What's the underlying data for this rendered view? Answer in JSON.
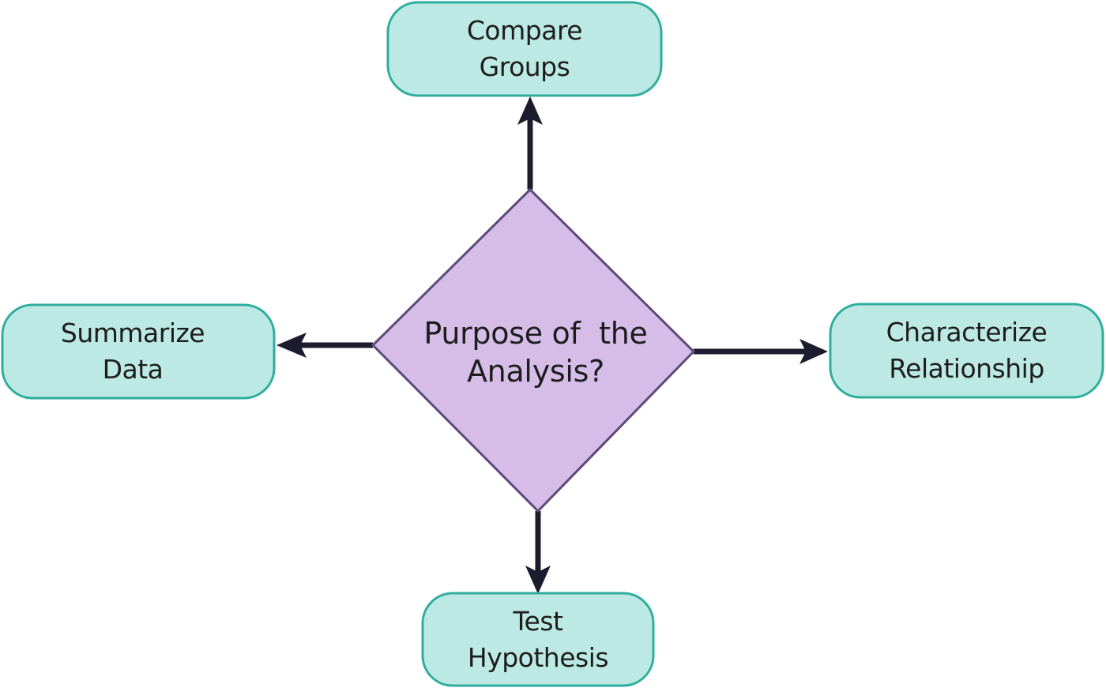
{
  "diagram": {
    "center": {
      "line1": "Purpose of  the",
      "line2": "Analysis?"
    },
    "top": {
      "line1": "Compare",
      "line2": "Groups"
    },
    "left": {
      "line1": "Summarize",
      "line2": "Data"
    },
    "right": {
      "line1": "Characterize",
      "line2": "Relationship"
    },
    "bottom": {
      "line1": "Test",
      "line2": "Hypothesis"
    }
  },
  "colors": {
    "box_fill": "#bce9e4",
    "box_stroke": "#2fae9e",
    "diamond_fill": "#d5bde8",
    "diamond_stroke": "#5d4a7a",
    "arrow": "#1c1c2e",
    "text": "#1d1d1d"
  }
}
